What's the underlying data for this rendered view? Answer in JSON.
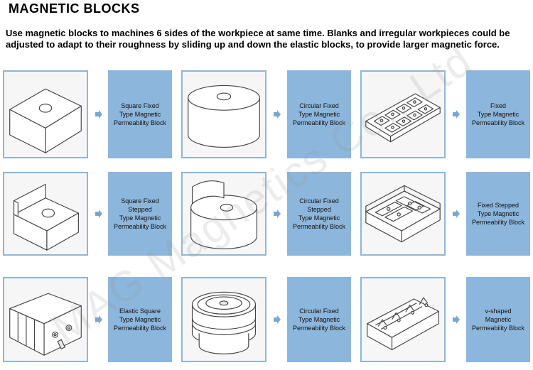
{
  "heading": "MAGNETIC BLOCKS",
  "description": "Use magnetic blocks to machines 6 sides of the workpiece at same time. Blanks and irregular workpieces could be adjusted to adapt to their roughness  by sliding up and down the elastic blocks, to provide larger magnetic force.",
  "watermark": "MAG Magnetics Co., Ltd",
  "colors": {
    "frame": "#8fb6d6",
    "label_bg": "#8cb6dc",
    "arrow": "#7aa7cf"
  },
  "items": [
    {
      "label": "Square Fixed\nType Magnetic\nPermeability Block",
      "icon": "square-block-icon"
    },
    {
      "label": "Circular  Fixed\nType Magnetic\nPermeability Block",
      "icon": "round-block-icon"
    },
    {
      "label": "Fixed\nType Magnetic\nPermeability Block",
      "icon": "multi-pole-block-icon"
    },
    {
      "label": "Square   Fixed\nStepped\nType Magnetic\nPermeability Block",
      "icon": "stepped-square-block-icon"
    },
    {
      "label": "Circular  Fixed\nStepped\nType Magnetic\nPermeability Block",
      "icon": "stepped-round-block-icon"
    },
    {
      "label": "Fixed  Stepped\nType Magnetic\nPermeability Block",
      "icon": "stepped-plate-block-icon"
    },
    {
      "label": "Elastic Square\nType Magnetic\nPermeability Block",
      "icon": "elastic-square-block-icon"
    },
    {
      "label": "Circular  Fixed\nType Magnetic\nPermeability Block",
      "icon": "ringed-round-block-icon"
    },
    {
      "label": "v-shaped\nMagnetic\nPermeability Block",
      "icon": "v-shaped-block-icon"
    }
  ]
}
